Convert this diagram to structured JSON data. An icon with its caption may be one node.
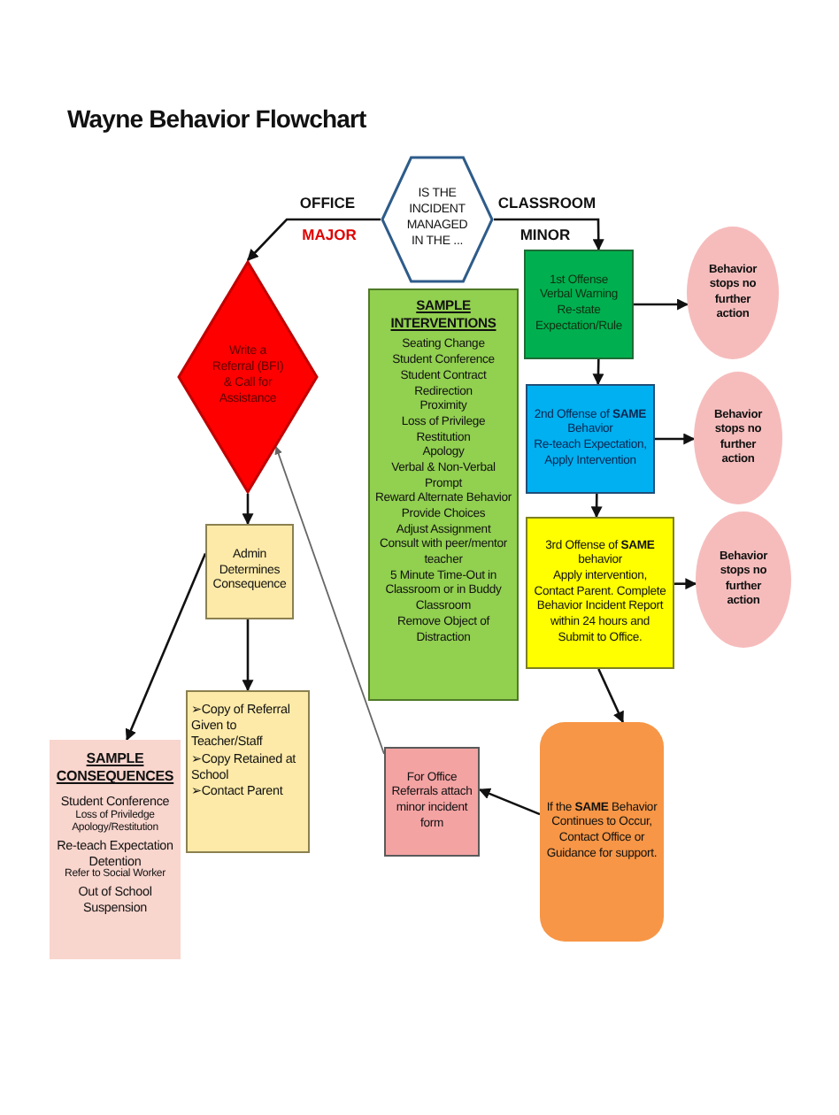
{
  "diagram": {
    "title": "Wayne Behavior Flowchart",
    "nodes": [
      {
        "text": [
          "IS THE INCIDENT MANAGED IN THE ..."
        ]
      },
      {
        "text": [
          "Write a Referral (BFI) & Call for Assistance"
        ]
      },
      {
        "text": [
          "SAMPLE INTERVENTIONS",
          "Seating Change",
          "Student Conference",
          "Student Contract",
          "Redirection",
          "Proximity",
          "Loss of Privilege",
          "Restitution",
          "Apology",
          "Verbal & Non-Verbal Prompt",
          "Reward Alternate Behavior",
          "Provide Choices",
          "Adjust Assignment",
          "Consult with peer/mentor teacher",
          "5 Minute Time-Out in Classroom or in Buddy Classroom",
          "Remove Object of Distraction"
        ]
      },
      {
        "text": [
          "1st Offense",
          "Verbal Warning",
          "Re-state Expectation/Rule"
        ]
      },
      {
        "text": [
          "Behavior stops no further action"
        ]
      },
      {
        "text": [
          "2nd Offense of **SAME** Behavior",
          "Re-teach Expectation, Apply Intervention"
        ]
      },
      {
        "text": [
          "Behavior stops no further action"
        ]
      },
      {
        "text": [
          "3rd Offense of **SAME** behavior",
          "Apply intervention, Contact Parent. Complete Behavior Incident Report within 24 hours and Submit to Office."
        ]
      },
      {
        "text": [
          "Behavior stops no further action"
        ]
      },
      {
        "text": [
          "Admin Determines Consequence"
        ]
      },
      {
        "text": [
          "➢Copy of Referral Given to Teacher/Staff",
          "➢Copy Retained at School",
          "➢Contact Parent"
        ]
      },
      {
        "text": [
          "SAMPLE CONSEQUENCES",
          "Student Conference",
          "Loss of Priviledge",
          "Apology/Restitution",
          "Re-teach Expectation",
          "Detention",
          "Refer to Social Worker",
          "Out of School Suspension"
        ]
      },
      {
        "text": [
          "For Office Referrals attach minor incident form"
        ]
      },
      {
        "text": [
          "If the **SAME** Behavior Continues to Occur, Contact Office or Guidance for support."
        ]
      }
    ],
    "edges": [
      {
        "from": 0,
        "to": 1,
        "arrow": "to",
        "label": "OFFICE"
      },
      {
        "from": 0,
        "to": 3,
        "arrow": "to",
        "label": "CLASSROOM"
      },
      {
        "from": 3,
        "to": 4,
        "arrow": "to"
      },
      {
        "from": 3,
        "to": 5,
        "arrow": "to"
      },
      {
        "from": 5,
        "to": 6,
        "arrow": "to"
      },
      {
        "from": 5,
        "to": 7,
        "arrow": "to"
      },
      {
        "from": 7,
        "to": 8,
        "arrow": "to"
      },
      {
        "from": 7,
        "to": 13,
        "arrow": "to"
      },
      {
        "from": 13,
        "to": 12,
        "arrow": "to"
      },
      {
        "from": 12,
        "to": 1,
        "arrow": "to",
        "color": "#666666"
      },
      {
        "from": 1,
        "to": 9,
        "arrow": "to"
      },
      {
        "from": 9,
        "to": 10,
        "arrow": "to"
      },
      {
        "from": 9,
        "to": 11,
        "arrow": "to"
      }
    ],
    "labels": [
      "MAJOR",
      "MINOR"
    ]
  }
}
